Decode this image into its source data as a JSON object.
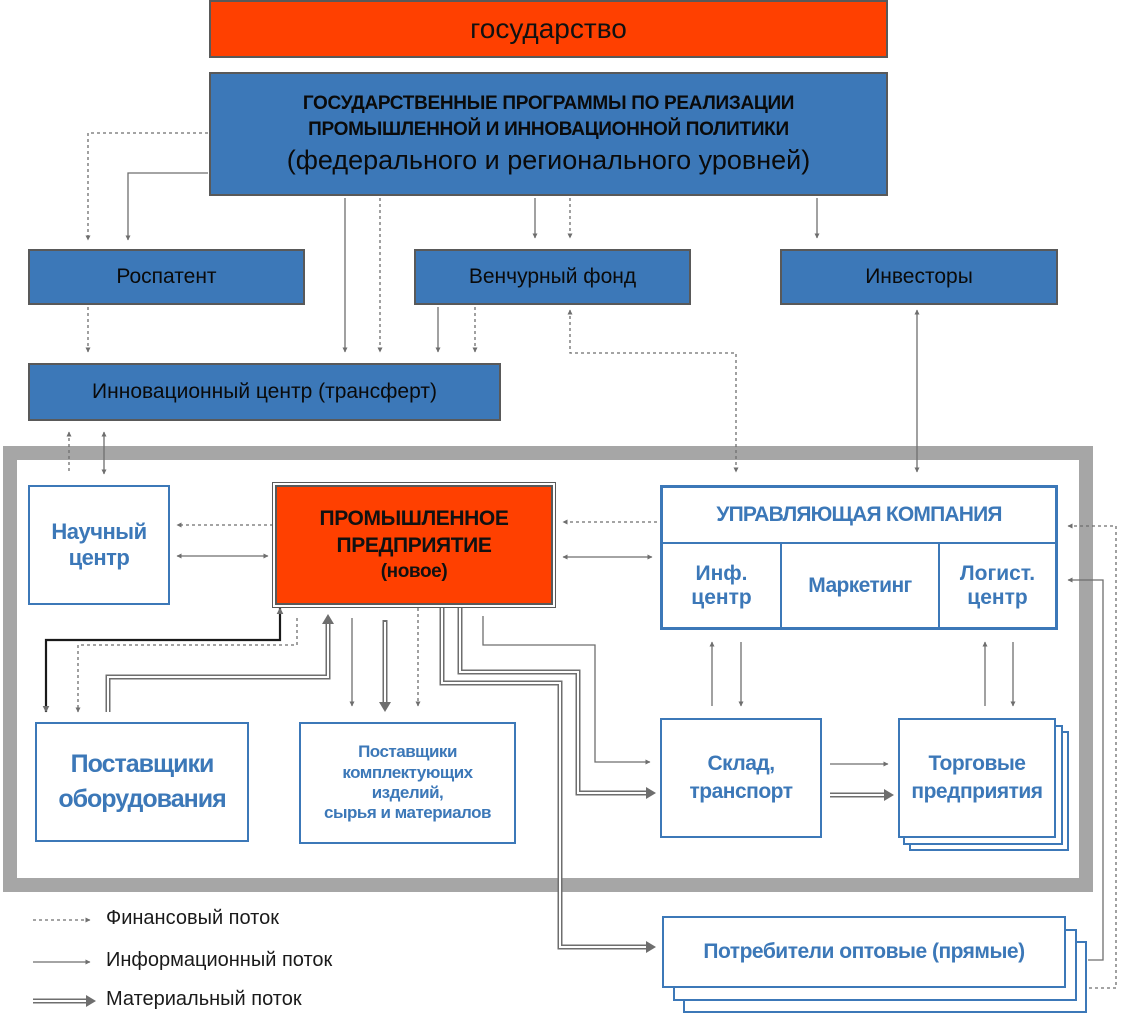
{
  "state": "государство",
  "programs": {
    "line1": "ГОСУДАРСТВЕННЫЕ ПРОГРАММЫ ПО РЕАЛИЗАЦИИ",
    "line2": "ПРОМЫШЛЕННОЙ И ИННОВАЦИОННОЙ ПОЛИТИКИ",
    "line3": "(федерального и регионального уровней)"
  },
  "rospatent": "Роспатент",
  "venture_fund": "Венчурный фонд",
  "investors": "Инвесторы",
  "innovation_center": "Инновационный центр (трансферт)",
  "science_center": {
    "line1": "Научный",
    "line2": "центр"
  },
  "enterprise": {
    "line1": "ПРОМЫШЛЕННОЕ",
    "line2": "ПРЕДПРИЯТИЕ",
    "line3": "(новое)"
  },
  "management_company": {
    "title": "УПРАВЛЯЮЩАЯ КОМПАНИЯ",
    "info_center": {
      "line1": "Инф.",
      "line2": "центр"
    },
    "marketing": "Маркетинг",
    "logistics_center": {
      "line1": "Логист.",
      "line2": "центр"
    }
  },
  "equipment_suppliers": {
    "line1": "Поставщики",
    "line2": "оборудования"
  },
  "component_suppliers": {
    "line1": "Поставщики",
    "line2": "комплектующих",
    "line3": "изделий,",
    "line4": "сырья и материалов"
  },
  "warehouse": {
    "line1": "Склад,",
    "line2": "транспорт"
  },
  "trade": {
    "line1": "Торговые",
    "line2": "предприятия"
  },
  "consumers": "Потребители оптовые (прямые)",
  "legend": {
    "financial": "Финансовый поток",
    "informational": "Информационный поток",
    "material": "Материальный поток"
  },
  "colors": {
    "state_box": "#ff4000",
    "blue_box": "#3c78b8",
    "enterprise_box": "#ff4000",
    "frame": "#a6a6a6"
  }
}
